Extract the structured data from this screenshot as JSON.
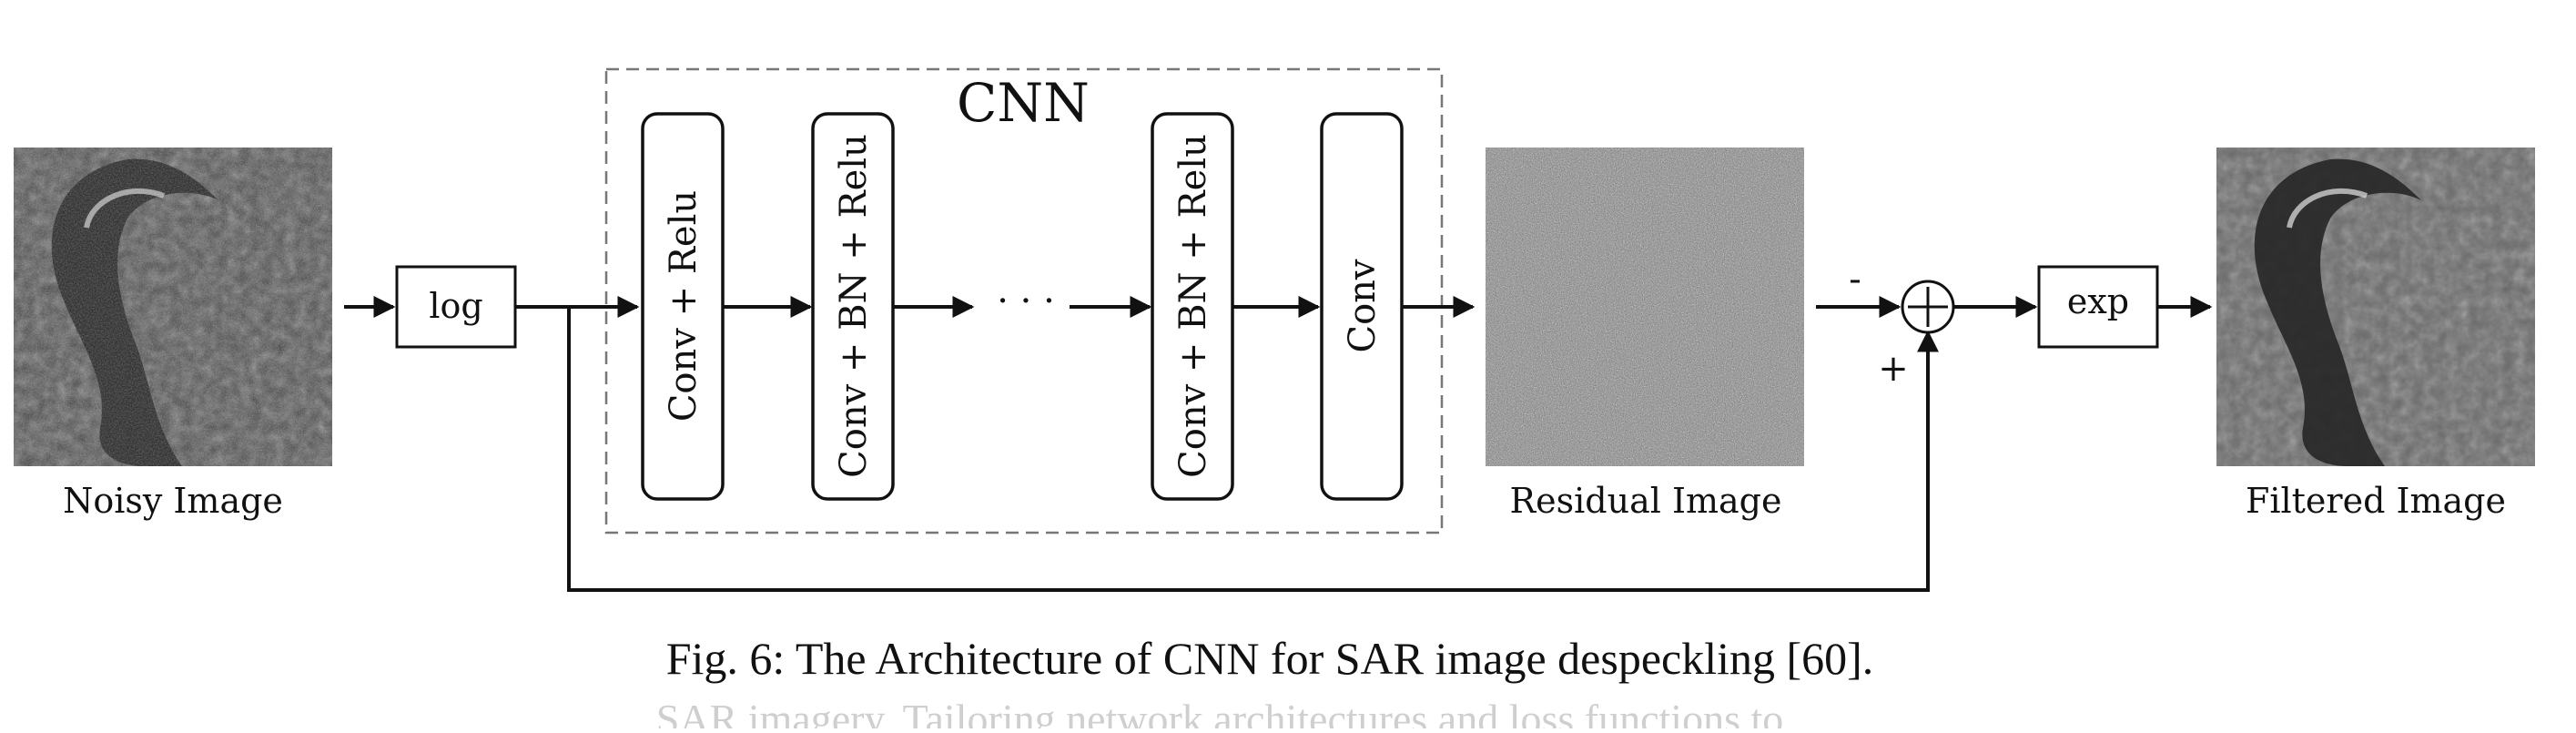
{
  "diagram": {
    "input_label": "Noisy Image",
    "log_label": "log",
    "cnn_title": "CNN",
    "layers": [
      "Conv + Relu",
      "Conv + BN + Relu",
      "Conv + BN + Relu",
      "Conv"
    ],
    "ellipsis": "· · ·",
    "residual_label": "Residual Image",
    "minus_sign": "-",
    "plus_sign": "+",
    "exp_label": "exp",
    "output_label": "Filtered Image"
  },
  "caption": "Fig. 6: The Architecture of CNN for SAR image despeckling [60].",
  "faded_text": "SAR imagery. Tailoring network architectures and loss functions to"
}
